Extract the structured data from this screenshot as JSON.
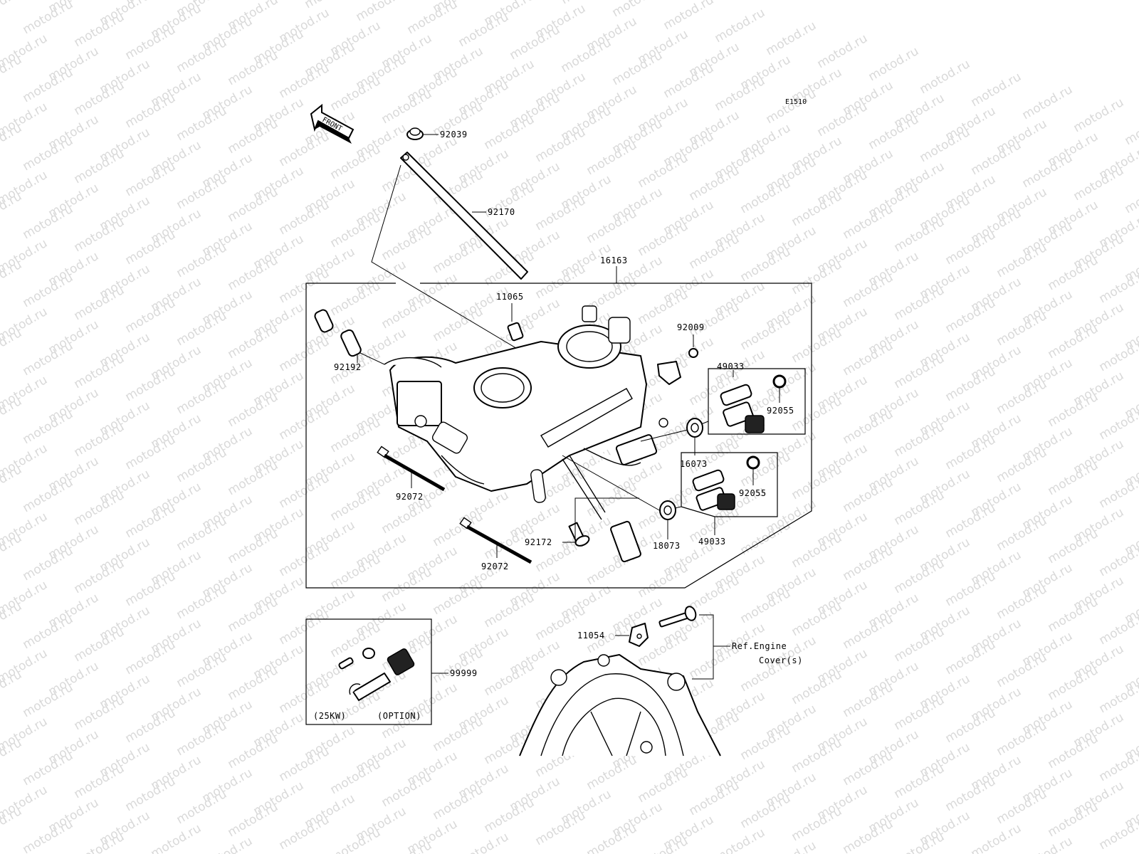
{
  "diagram_code": "E1510",
  "front_arrow": {
    "label": "FRONT"
  },
  "watermark": {
    "text": "motod.ru"
  },
  "parts": {
    "p92039": "92039",
    "p92170": "92170",
    "p16163": "16163",
    "p11065": "11065",
    "p92009": "92009",
    "p92192": "92192",
    "p49033_top": "49033",
    "p92055_top": "92055",
    "p16073": "16073",
    "p92055_bottom": "92055",
    "p92072_left": "92072",
    "p92172": "92172",
    "p18073": "18073",
    "p49033_bottom": "49033",
    "p92072_bottom": "92072",
    "p11054": "11054",
    "p99999": "99999"
  },
  "ref_note": {
    "line1": "Ref.Engine",
    "line2": "Cover(s)"
  },
  "option_box": {
    "left_note": "(25KW)",
    "right_note": "(OPTION)"
  }
}
